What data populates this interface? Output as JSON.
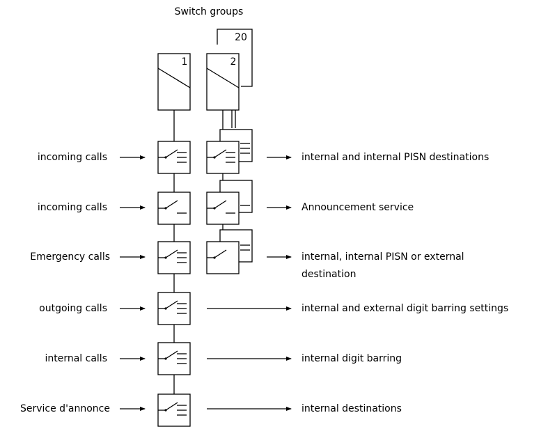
{
  "title": "Switch groups",
  "groups": [
    "1",
    "2",
    "20"
  ],
  "rows": [
    {
      "input": "incoming calls",
      "output": "internal and internal PISN destinations"
    },
    {
      "input": "incoming calls",
      "output": "Announcement service"
    },
    {
      "input": "Emergency calls",
      "output_line1": "internal, internal PISN or external",
      "output_line2": "destination"
    },
    {
      "input": "outgoing calls",
      "output": "internal and external digit barring settings"
    },
    {
      "input": "internal calls",
      "output": "internal digit barring"
    },
    {
      "input": "Service d'annonce",
      "output": "internal destinations"
    }
  ]
}
